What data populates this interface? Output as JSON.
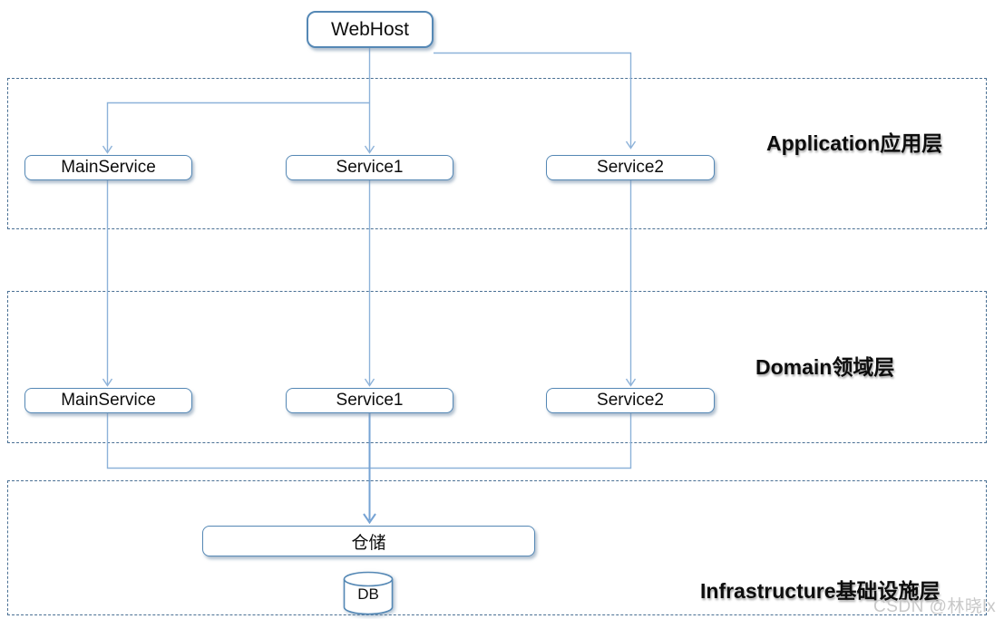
{
  "nodes": {
    "webhost": "WebHost",
    "app_mainservice": "MainService",
    "app_service1": "Service1",
    "app_service2": "Service2",
    "domain_mainservice": "MainService",
    "domain_service1": "Service1",
    "domain_service2": "Service2",
    "repository": "仓储",
    "db": "DB"
  },
  "layers": {
    "application": "Application应用层",
    "domain": "Domain领域层",
    "infrastructure": "Infrastructure基础设施层"
  },
  "watermark": "CSDN @林晓lx",
  "colors": {
    "node_border": "#5588b5",
    "connector": "#8db2d9",
    "connector_strong": "#76a3d4",
    "layer_dashed_border": "#4a7094",
    "label_text": "#0d0d0d",
    "watermark_text": "#c8c8c8"
  },
  "edges": [
    {
      "from": "webhost",
      "to": "app_mainservice"
    },
    {
      "from": "webhost",
      "to": "app_service1"
    },
    {
      "from": "webhost",
      "to": "app_service2"
    },
    {
      "from": "app_mainservice",
      "to": "domain_mainservice"
    },
    {
      "from": "app_service1",
      "to": "domain_service1"
    },
    {
      "from": "app_service2",
      "to": "domain_service2"
    },
    {
      "from": "domain_mainservice",
      "to": "repository"
    },
    {
      "from": "domain_service1",
      "to": "repository"
    },
    {
      "from": "domain_service2",
      "to": "repository"
    }
  ]
}
